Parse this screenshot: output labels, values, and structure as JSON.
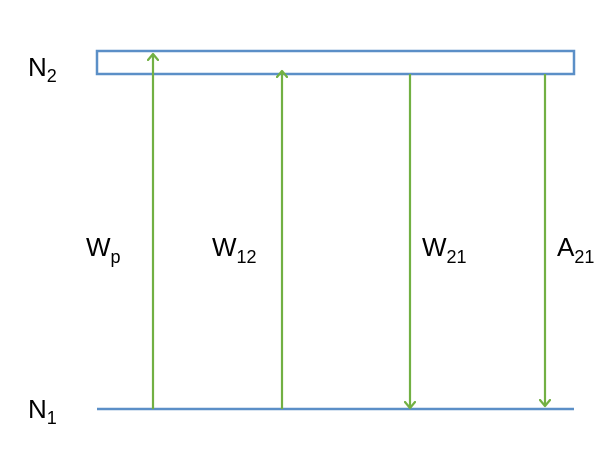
{
  "levels": {
    "upper": {
      "name": "N",
      "index": "2"
    },
    "lower": {
      "name": "N",
      "index": "1"
    }
  },
  "transitions": [
    {
      "symbol": "W",
      "subscript": "p",
      "direction": "up"
    },
    {
      "symbol": "W",
      "subscript": "12",
      "direction": "up"
    },
    {
      "symbol": "W",
      "subscript": "21",
      "direction": "down"
    },
    {
      "symbol": "A",
      "subscript": "21",
      "direction": "down"
    }
  ],
  "colors": {
    "level": "#5b8fc7",
    "arrow": "#72b043",
    "text": "#000000"
  }
}
